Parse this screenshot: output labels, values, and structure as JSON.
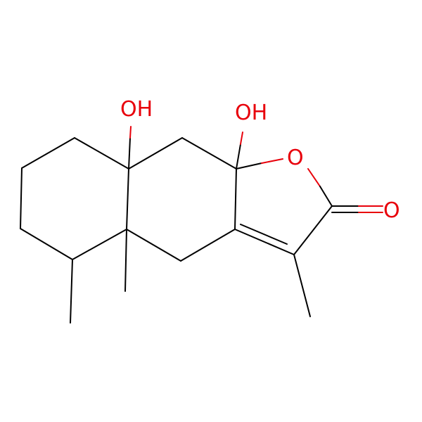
{
  "molecule": {
    "labels": {
      "oh_left": "OH",
      "oh_right": "OH",
      "ring_oxygen": "O",
      "carbonyl_oxygen": "O"
    },
    "colors": {
      "bond": "#000000",
      "heteroatom": "#e8000b",
      "background": "#ffffff"
    }
  }
}
